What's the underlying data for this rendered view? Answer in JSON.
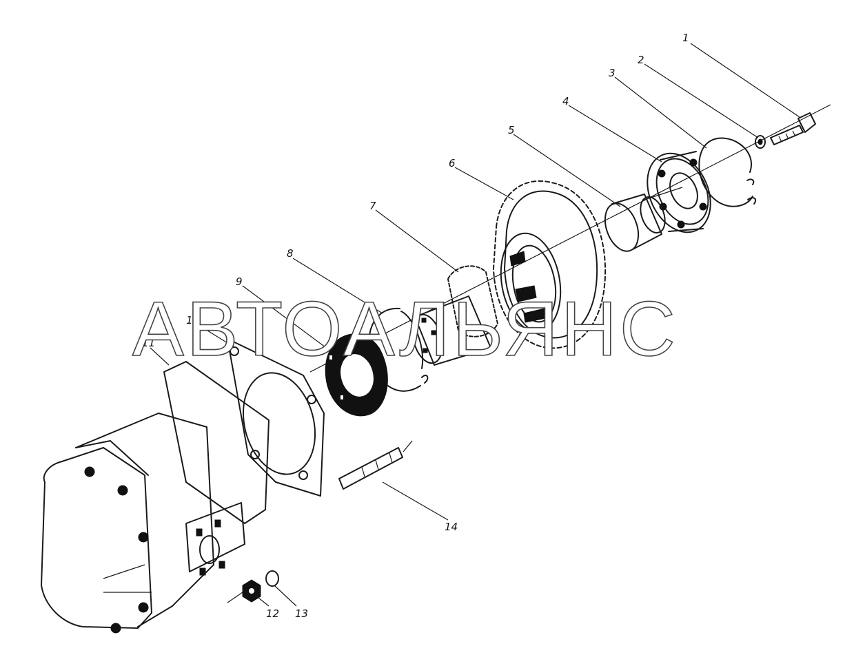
{
  "diagram": {
    "watermark": "АВТОАЛЬЯНС",
    "callouts": [
      {
        "id": "c1",
        "label": "1"
      },
      {
        "id": "c2",
        "label": "2"
      },
      {
        "id": "c3",
        "label": "3"
      },
      {
        "id": "c4",
        "label": "4"
      },
      {
        "id": "c5",
        "label": "5"
      },
      {
        "id": "c6",
        "label": "6"
      },
      {
        "id": "c7",
        "label": "7"
      },
      {
        "id": "c8",
        "label": "8"
      },
      {
        "id": "c9",
        "label": "9"
      },
      {
        "id": "c10",
        "label": "10"
      },
      {
        "id": "c11",
        "label": "11"
      },
      {
        "id": "c12",
        "label": "12"
      },
      {
        "id": "c13",
        "label": "13"
      },
      {
        "id": "c14",
        "label": "14"
      }
    ]
  }
}
